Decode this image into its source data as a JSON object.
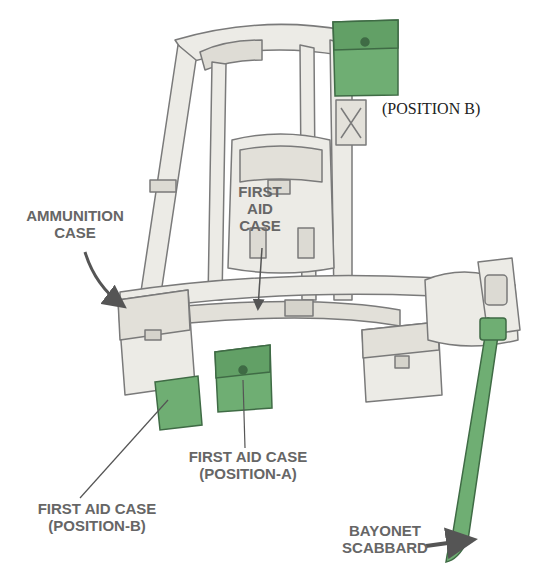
{
  "diagram": {
    "labels": [
      "(POSITION B)",
      "FIRST AID CASE",
      "AMMUNITION CASE",
      "FIRST AID CASE (POSITION-A)",
      "FIRST AID CASE (POSITION-B)",
      "BAYONET SCABBARD"
    ]
  }
}
